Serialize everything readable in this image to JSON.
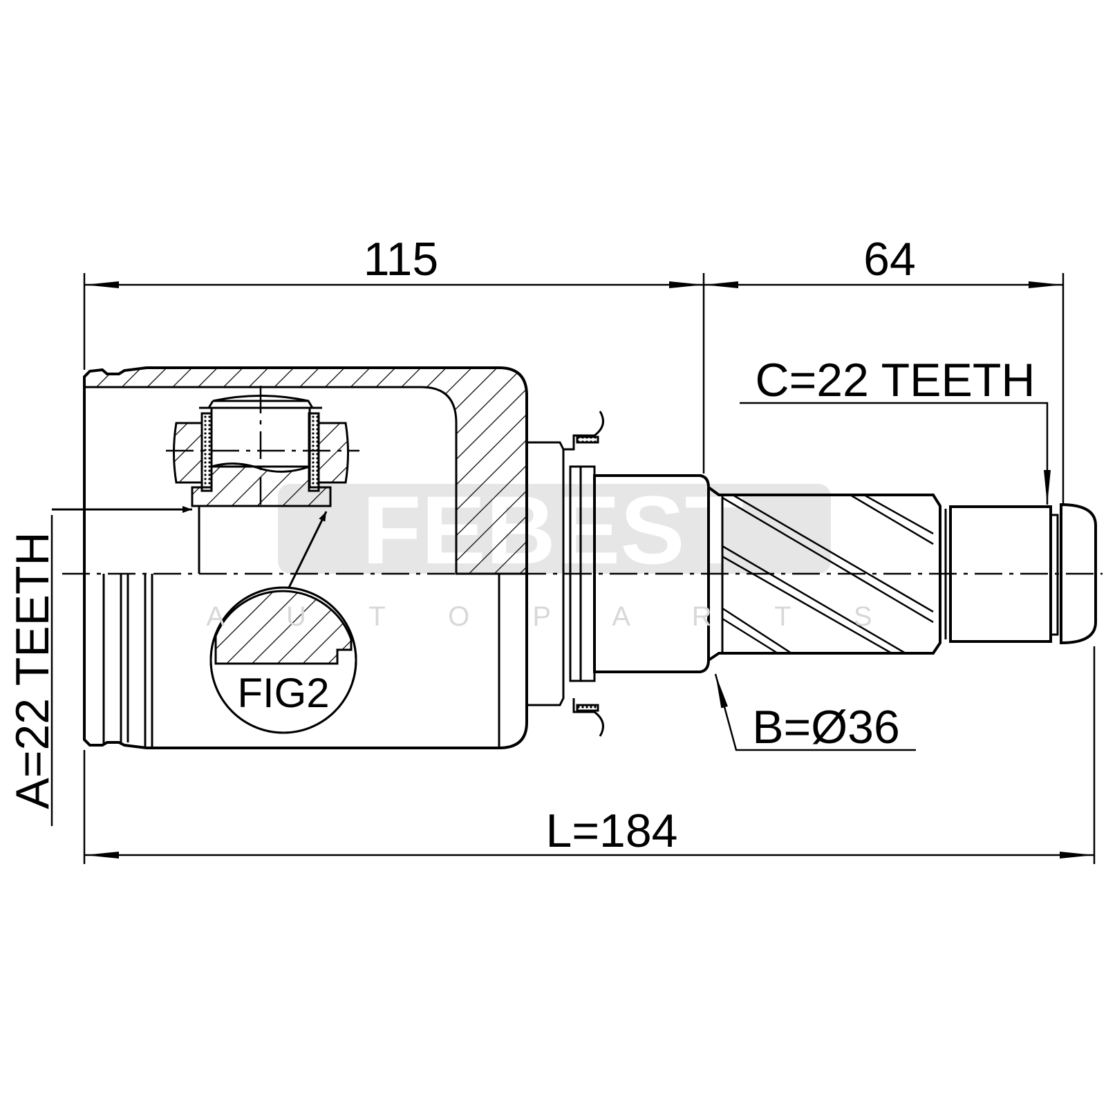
{
  "drawing": {
    "dimensions": {
      "housing_length": "115",
      "stub_length": "64",
      "overall_length": "L=184"
    },
    "callouts": {
      "outer_spline": "C=22 TEETH",
      "seal_diameter": "B=Ø36",
      "inner_spline": "A=22 TEETH",
      "detail": "FIG2"
    },
    "watermark": {
      "brand": "FEBEST",
      "tagline": "A U T O   P A R T S"
    },
    "colors": {
      "line": "#000000",
      "watermark": "#e0e0e0"
    }
  }
}
